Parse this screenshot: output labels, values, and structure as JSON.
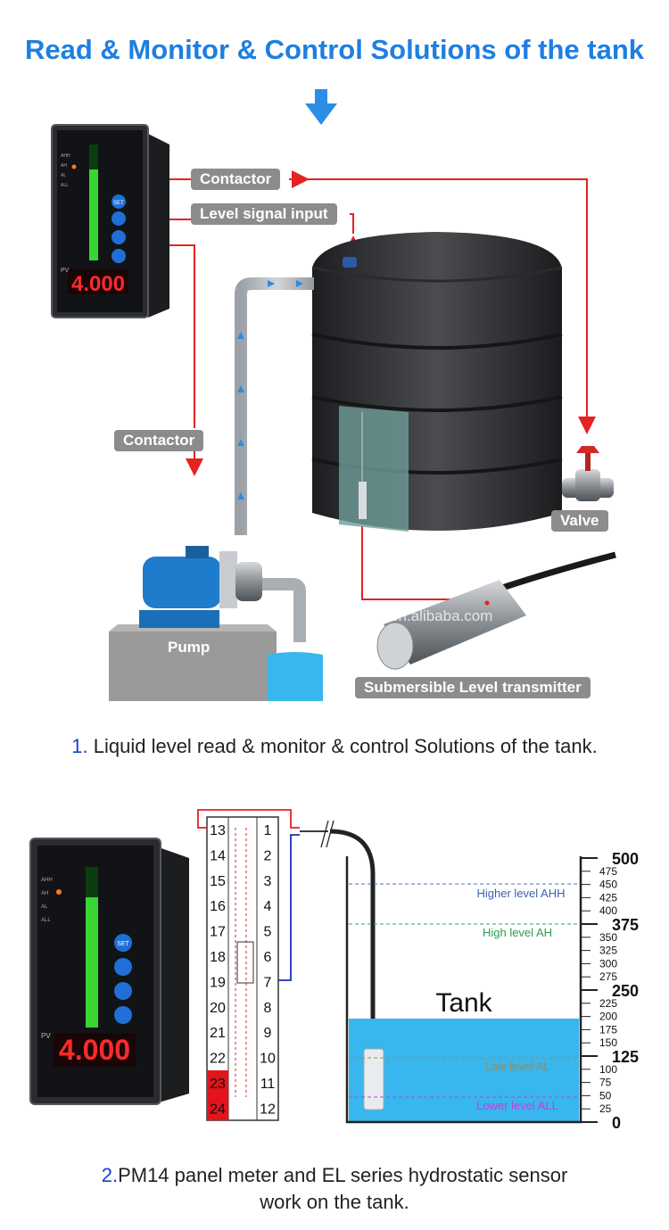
{
  "header": {
    "title": "Read & Monitor & Control Solutions of the tank"
  },
  "diagram1": {
    "labels": {
      "contactor_top": "Contactor",
      "level_signal": "Level signal input",
      "contactor_left": "Contactor",
      "valve": "Valve",
      "pump": "Pump",
      "transmitter": "Submersible Level transmitter"
    },
    "watermark": "shjiamin.en.alibaba.com",
    "meter": {
      "display": "4.000",
      "pv": "PV",
      "set": "SET",
      "alarms": [
        "AHH",
        "AH",
        "AL",
        "ALL"
      ]
    },
    "caption": {
      "num": "1.",
      "text": " Liquid level read & monitor & control Solutions of the tank."
    }
  },
  "diagram2": {
    "meter": {
      "display": "4.000",
      "pv": "PV",
      "set": "SET",
      "alarms": [
        "AHH",
        "AH",
        "AL",
        "ALL"
      ]
    },
    "terminals_left": [
      "13",
      "14",
      "15",
      "16",
      "17",
      "18",
      "19",
      "20",
      "21",
      "22",
      "23",
      "24"
    ],
    "terminals_right": [
      "1",
      "2",
      "3",
      "4",
      "5",
      "6",
      "7",
      "8",
      "9",
      "10",
      "11",
      "12"
    ],
    "tank_label": "Tank",
    "levels": {
      "ahh": "Higher level  AHH",
      "ah": "High level  AH",
      "al": "Low level  AL",
      "all": "Lower level  ALL"
    },
    "scale_major": [
      "500",
      "375",
      "250",
      "125",
      "0"
    ],
    "scale_minor": [
      "475",
      "450",
      "425",
      "400",
      "350",
      "325",
      "300",
      "275",
      "225",
      "200",
      "175",
      "150",
      "100",
      "75",
      "50",
      "25"
    ],
    "caption": {
      "num": "2.",
      "line1": "PM14 panel meter and EL series hydrostatic sensor",
      "line2": "work on the tank."
    }
  },
  "colors": {
    "title_blue": "#1e7fe0",
    "signal_red": "#e52222",
    "water_blue": "#38b6ee",
    "tag_gray": "#8c8c8c",
    "caption_num": "#1a3fd0"
  }
}
